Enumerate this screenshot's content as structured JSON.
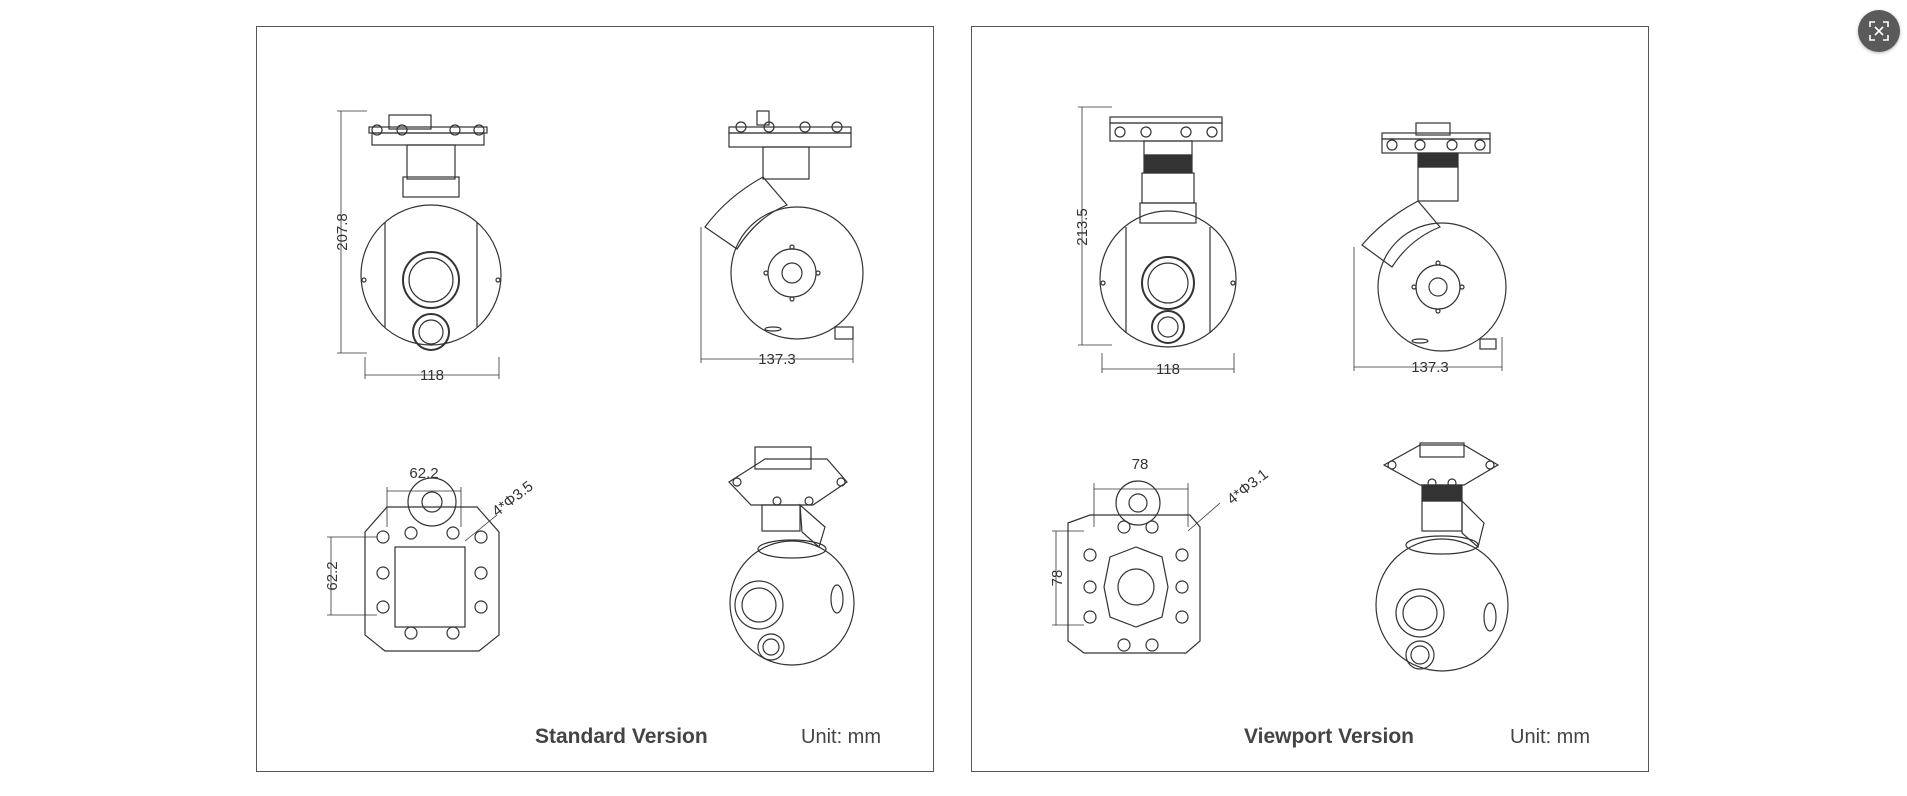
{
  "panels": [
    {
      "title": "Standard Version",
      "unit": "Unit: mm",
      "dims": {
        "front_height": "207.8",
        "front_width": "118",
        "side_width": "137.3",
        "mount_top": "62.2",
        "mount_left": "62.2",
        "holes": "4*Φ3.5"
      }
    },
    {
      "title": "Viewport Version",
      "unit": "Unit: mm",
      "dims": {
        "front_height": "213.5",
        "front_width": "118",
        "side_width": "137.3",
        "mount_top": "78",
        "mount_left": "78",
        "holes": "4*Φ3.1"
      }
    }
  ],
  "toolbar": {
    "zoom_icon": "expand-icon"
  }
}
